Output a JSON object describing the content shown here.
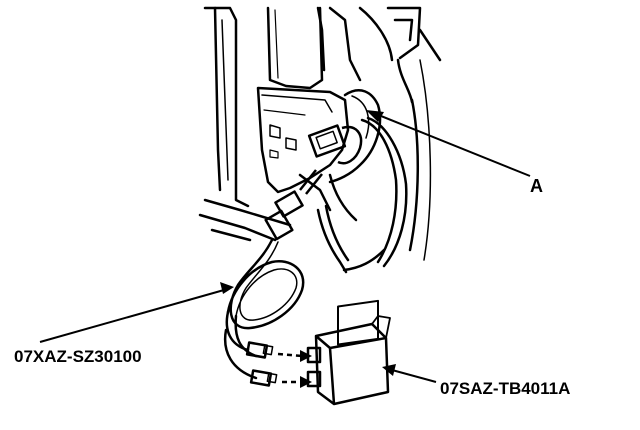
{
  "diagram": {
    "callouts": {
      "a": "A",
      "harness_tool": "07XAZ-SZ30100",
      "test_tool": "07SAZ-TB4011A"
    }
  },
  "colors": {
    "line": "#000000",
    "background": "#ffffff"
  }
}
